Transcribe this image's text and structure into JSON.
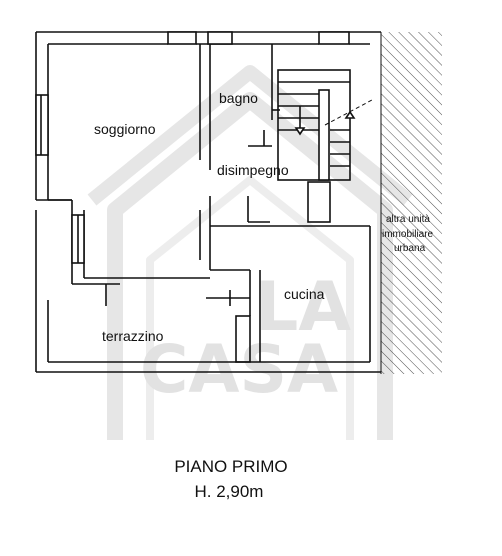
{
  "rooms": {
    "bagno": "bagno",
    "soggiorno": "soggiorno",
    "disimpegno": "disimpegno",
    "cucina": "cucina",
    "terrazzino": "terrazzino"
  },
  "neighbor": [
    "altra unità",
    "immobiliare",
    "urbana"
  ],
  "caption": {
    "floor": "PIANO PRIMO",
    "height": "H. 2,90m"
  },
  "watermark": {
    "line1": "LA",
    "line2": "CASA"
  },
  "colors": {
    "wall": "#111111",
    "hatch": "#222222",
    "watermark": "#e2e2e2",
    "background": "#ffffff"
  }
}
